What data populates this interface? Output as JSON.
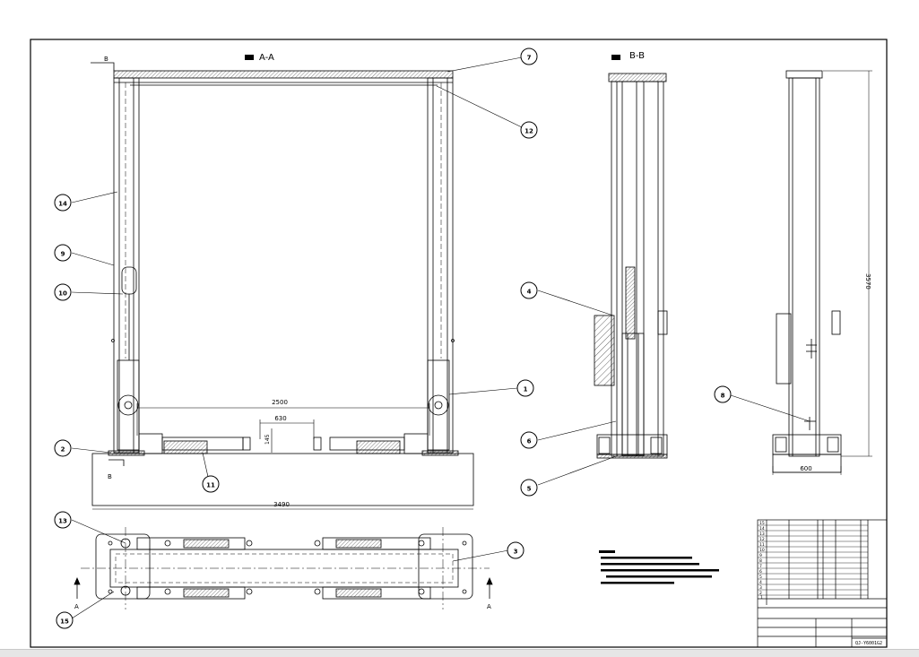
{
  "views": {
    "section_a": "A-A",
    "section_b": "B-B",
    "cut_a": "A",
    "cut_b": "B"
  },
  "dimensions": {
    "overall_width": "3490",
    "inner_width": "2500",
    "gap": "630",
    "pad_height": "145",
    "column_height": "3570",
    "base_depth": "600"
  },
  "balloons": [
    "1",
    "2",
    "3",
    "4",
    "5",
    "6",
    "7",
    "8",
    "9",
    "10",
    "11",
    "12",
    "13",
    "14",
    "15"
  ],
  "title_block": {
    "drawing_no": "QJ-Y6001G2",
    "rows": [
      "15",
      "14",
      "13",
      "12",
      "11",
      "10",
      "9",
      "8",
      "7",
      "6",
      "5",
      "4",
      "3",
      "2",
      "1"
    ]
  },
  "colors": {
    "line": "#000000",
    "background": "#ffffff",
    "statusbar": "#e6e6e6"
  }
}
